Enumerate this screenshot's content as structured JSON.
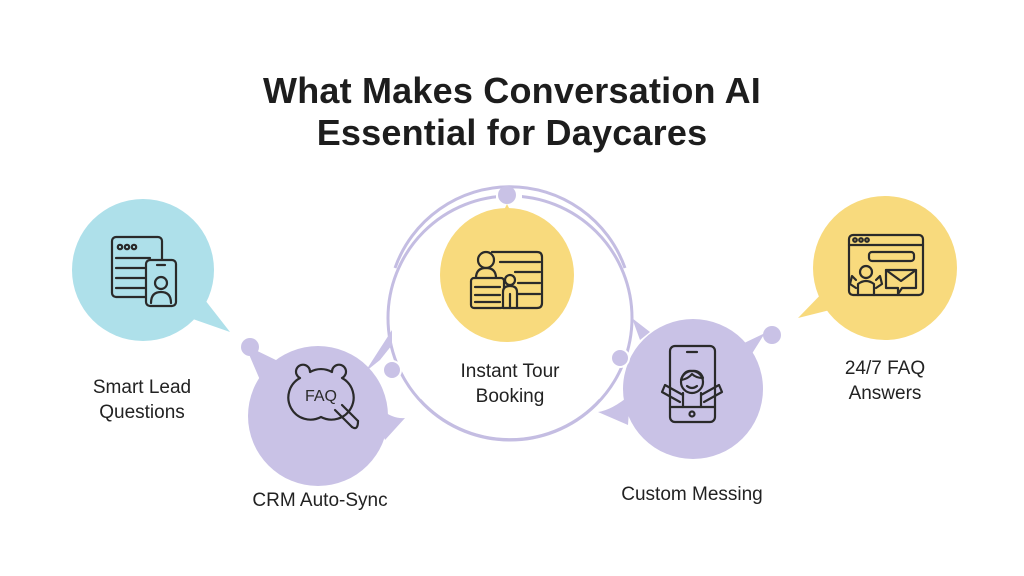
{
  "title": {
    "line1": "What Makes Conversation AI",
    "line2": "Essential for Daycares"
  },
  "colors": {
    "blue": "#aee0ea",
    "purple": "#c9c2e6",
    "yellow": "#f8da7d",
    "ring": "#c4bde2",
    "icon_stroke": "#2a2a2a"
  },
  "nodes": [
    {
      "id": "smart-lead",
      "label_line1": "Smart Lead",
      "label_line2": "Questions",
      "icon": "browser-phone-profile-icon",
      "color": "blue"
    },
    {
      "id": "crm-sync",
      "label_line1": "CRM Auto-Sync",
      "label_line2": "",
      "icon": "faq-magnifier-icon",
      "icon_text": "FAQ",
      "color": "purple"
    },
    {
      "id": "instant-tour",
      "label_line1": "Instant Tour",
      "label_line2": "Booking",
      "icon": "tour-booking-desk-icon",
      "color": "yellow"
    },
    {
      "id": "custom-messaging",
      "label_line1": "Custom Messing",
      "label_line2": "",
      "icon": "phone-child-icon",
      "color": "purple"
    },
    {
      "id": "faq-answers",
      "label_line1": "24/7 FAQ",
      "label_line2": "Answers",
      "icon": "browser-chat-message-icon",
      "color": "yellow"
    }
  ]
}
